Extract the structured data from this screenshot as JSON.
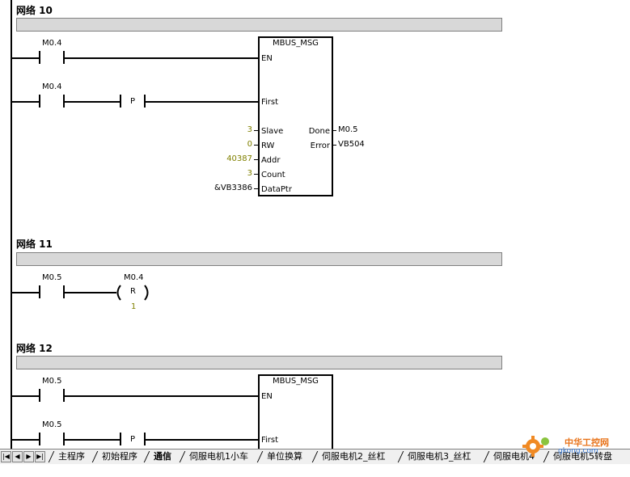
{
  "networks": [
    {
      "title": "网络 10"
    },
    {
      "title": "网络 11"
    },
    {
      "title": "网络 12"
    }
  ],
  "net10": {
    "contact1": "M0.4",
    "contact2": "M0.4",
    "p_label": "P",
    "block": {
      "title": "MBUS_MSG",
      "en": "EN",
      "first": "First",
      "slave": "Slave",
      "rw": "RW",
      "addr": "Addr",
      "count": "Count",
      "dataptr": "DataPtr",
      "done": "Done",
      "error": "Error"
    },
    "values": {
      "slave": "3",
      "rw": "0",
      "addr": "40387",
      "count": "3",
      "dataptr": "&VB3386",
      "done": "M0.5",
      "error": "VB504"
    }
  },
  "net11": {
    "contact": "M0.5",
    "coil_addr": "M0.4",
    "coil_label": "R",
    "coil_count": "1"
  },
  "net12": {
    "contact1": "M0.5",
    "contact2": "M0.5",
    "p_label": "P",
    "block": {
      "title": "MBUS_MSG",
      "en": "EN",
      "first": "First"
    }
  },
  "tabs": [
    {
      "label": "主程序",
      "active": false
    },
    {
      "label": "初始程序",
      "active": false
    },
    {
      "label": "通信",
      "active": true
    },
    {
      "label": "伺服电机1小车",
      "active": false
    },
    {
      "label": "单位换算",
      "active": false
    },
    {
      "label": "伺服电机2_丝杠",
      "active": false
    },
    {
      "label": "伺服电机3_丝杠",
      "active": false
    },
    {
      "label": "伺服电机4",
      "active": false
    },
    {
      "label": "伺服电机5转盘",
      "active": false
    }
  ],
  "nav": [
    "|◀",
    "◀",
    "▶",
    "▶|"
  ],
  "watermark": {
    "text1": "中华工控网",
    "text2": "gkong.com"
  },
  "colors": {
    "olive": "#808000",
    "comment_bar": "#d8d8d8"
  }
}
